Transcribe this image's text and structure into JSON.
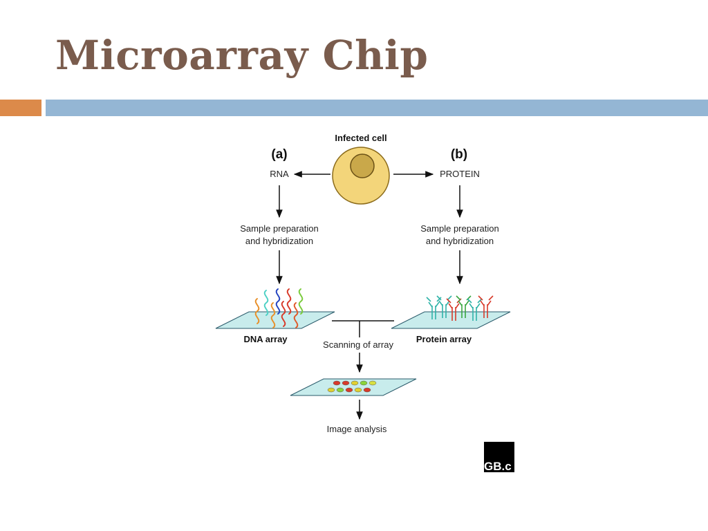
{
  "slide": {
    "title": "Microarray Chip",
    "colors": {
      "title": "#7a5c4d",
      "accent_orange": "#dc8a4a",
      "accent_blue": "#94b6d4",
      "slide_surface": "#c8ecec",
      "cell_fill": "#f3d57a",
      "nucleus_fill": "#c9a84a"
    }
  },
  "diagram": {
    "source_label": "Infected cell",
    "panel_a": {
      "tag": "(a)",
      "molecule": "RNA",
      "step": [
        "Sample preparation",
        "and hybridization"
      ],
      "array_label": "DNA array"
    },
    "panel_b": {
      "tag": "(b)",
      "molecule": "PROTEIN",
      "step": [
        "Sample preparation",
        "and hybridization"
      ],
      "array_label": "Protein array"
    },
    "scan_label": "Scanning of array",
    "analysis_label": "Image analysis",
    "logo": {
      "text": "GB.c"
    }
  }
}
